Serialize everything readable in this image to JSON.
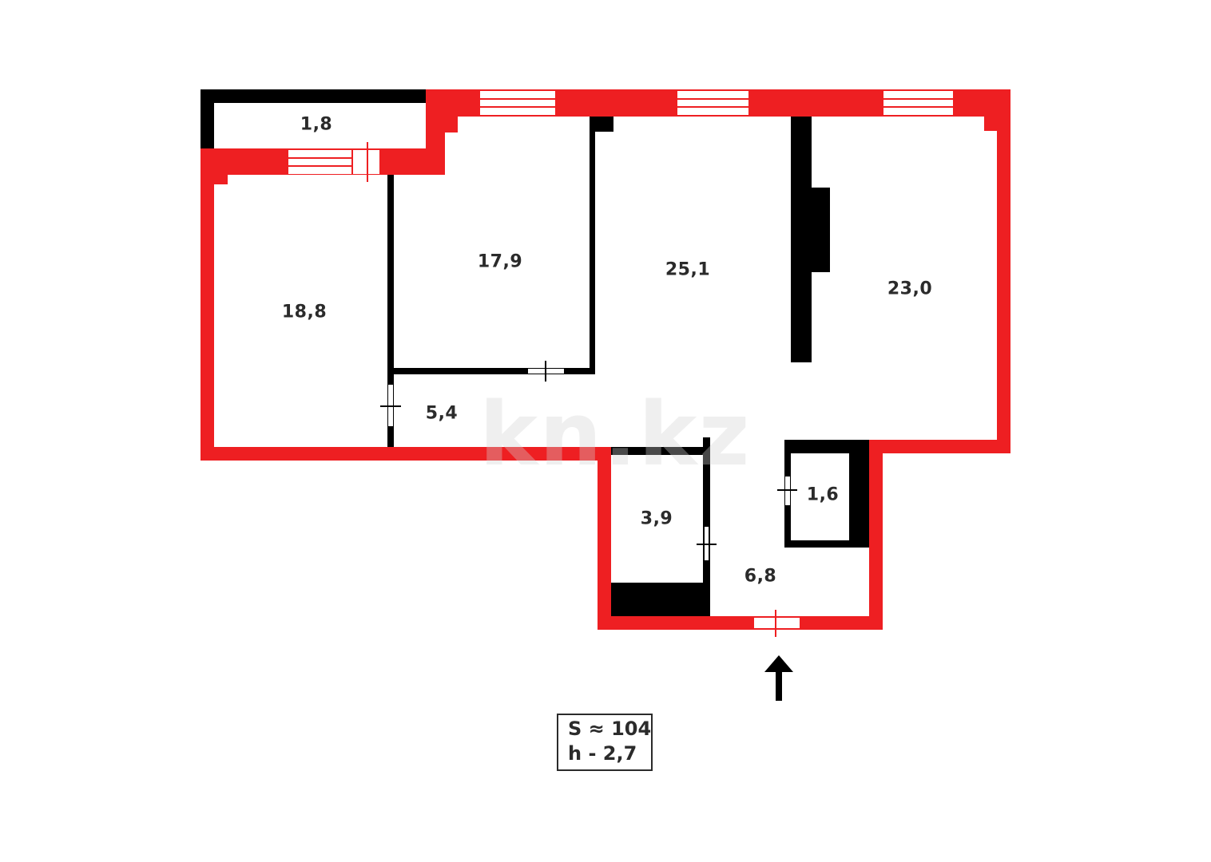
{
  "floorplan": {
    "colors": {
      "exterior_wall": "#ee1f22",
      "interior_wall": "#000000",
      "text": "#2b2b2b",
      "background": "#ffffff"
    },
    "rooms": [
      {
        "id": "balcony",
        "area": "1,8"
      },
      {
        "id": "bedroom-left",
        "area": "18,8"
      },
      {
        "id": "bedroom-middle",
        "area": "17,9"
      },
      {
        "id": "living-room",
        "area": "25,1"
      },
      {
        "id": "room-right",
        "area": "23,0"
      },
      {
        "id": "corridor",
        "area": "5,4"
      },
      {
        "id": "bathroom",
        "area": "3,9"
      },
      {
        "id": "toilet",
        "area": "1,6"
      },
      {
        "id": "hallway",
        "area": "6,8"
      }
    ],
    "summary": {
      "total_area": "S ≈ 104",
      "ceiling_height": "h - 2,7"
    },
    "entrance_arrow": "arrow-up-icon",
    "watermark": "kn.kz"
  }
}
